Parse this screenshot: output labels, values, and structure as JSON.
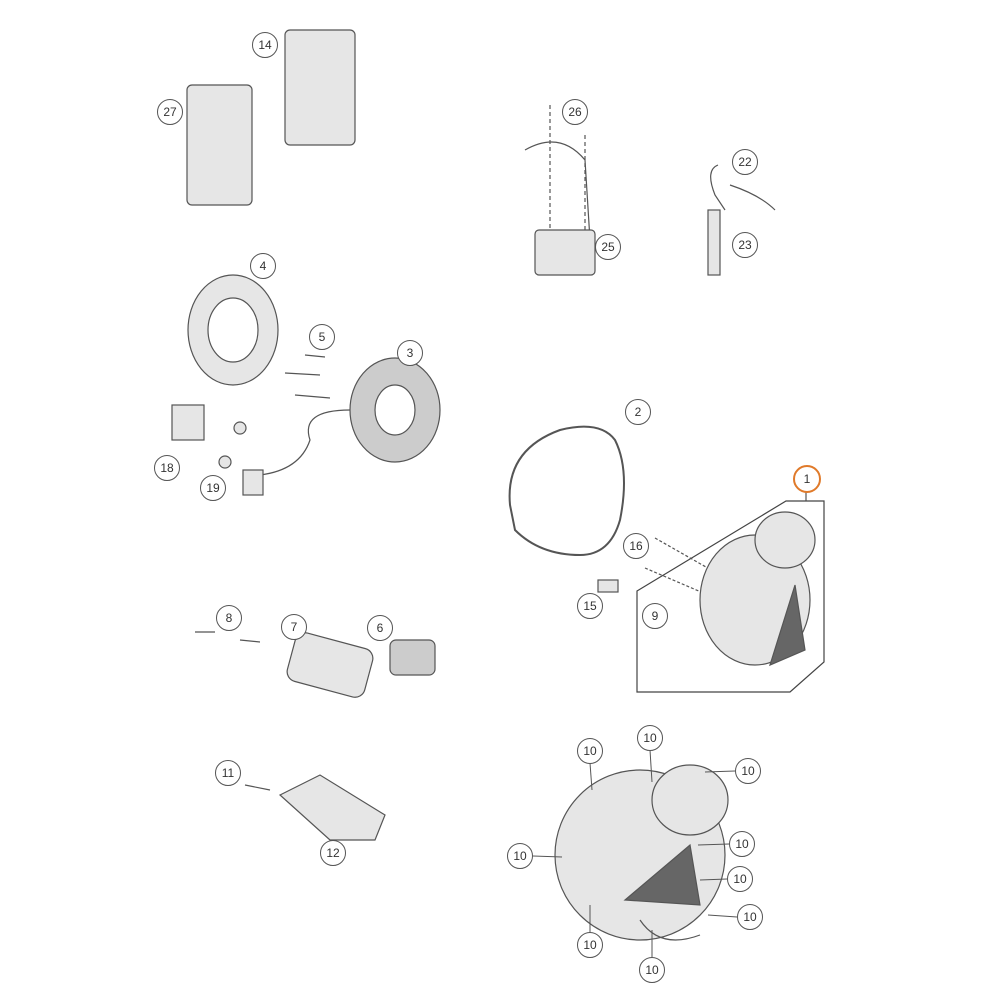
{
  "diagram": {
    "callouts": {
      "c14": "14",
      "c27": "27",
      "c26": "26",
      "c22": "22",
      "c25": "25",
      "c23": "23",
      "c4": "4",
      "c5": "5",
      "c3": "3",
      "c2": "2",
      "c18": "18",
      "c19": "19",
      "c1": "1",
      "c16": "16",
      "c9": "9",
      "c15": "15",
      "c8": "8",
      "c7": "7",
      "c6": "6",
      "c11": "11",
      "c12": "12",
      "c10": "10"
    },
    "highlight_color": "#e07a2a"
  }
}
